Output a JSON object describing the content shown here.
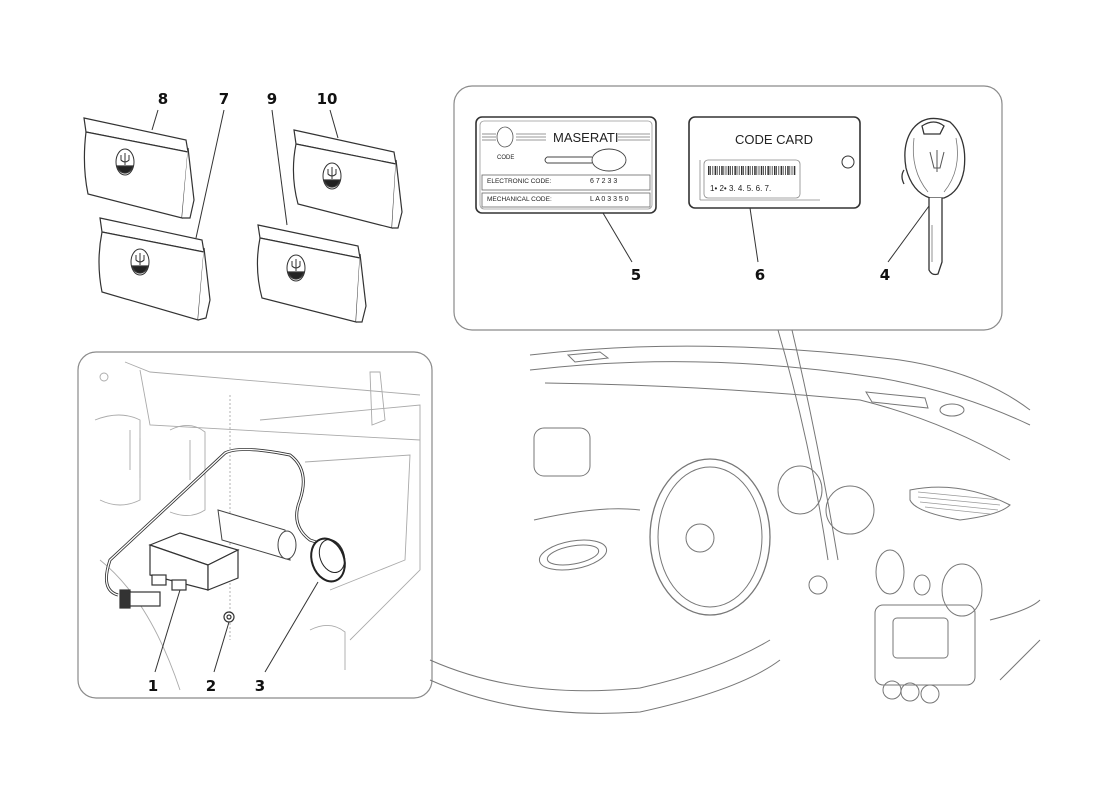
{
  "diagram": {
    "title": "Immobilizer / key & code card parts diagram",
    "panels": [
      {
        "id": "manuals",
        "description": "Owner documentation pouches"
      },
      {
        "id": "keys-cards",
        "description": "Code label, code card and key"
      },
      {
        "id": "immobilizer",
        "description": "Immobilizer control unit and antenna ring"
      },
      {
        "id": "dashboard",
        "description": "Dashboard location view"
      }
    ],
    "callouts": [
      {
        "number": "1",
        "part": "immobilizer control unit"
      },
      {
        "number": "2",
        "part": "nut"
      },
      {
        "number": "3",
        "part": "antenna ring"
      },
      {
        "number": "4",
        "part": "key"
      },
      {
        "number": "5",
        "part": "code label"
      },
      {
        "number": "6",
        "part": "code card"
      },
      {
        "number": "7",
        "part": "documentation pouch"
      },
      {
        "number": "8",
        "part": "documentation pouch"
      },
      {
        "number": "9",
        "part": "documentation pouch"
      },
      {
        "number": "10",
        "part": "documentation pouch"
      }
    ]
  },
  "code_label": {
    "brand": "MASERATI",
    "code_label": "CODE",
    "electronic_code_label": "ELECTRONIC CODE:",
    "electronic_code_value": "6 7 2 3 3",
    "mechanical_code_label": "MECHANICAL CODE:",
    "mechanical_code_value": "L A 0 3 3 5 0"
  },
  "code_card": {
    "title": "CODE CARD",
    "sequence": "1• 2• 3. 4. 5. 6. 7."
  },
  "colors": {
    "line": "#4a4a4a",
    "light_line": "#9a9a9a",
    "panel_border": "#8a8a8a",
    "text": "#111111"
  }
}
